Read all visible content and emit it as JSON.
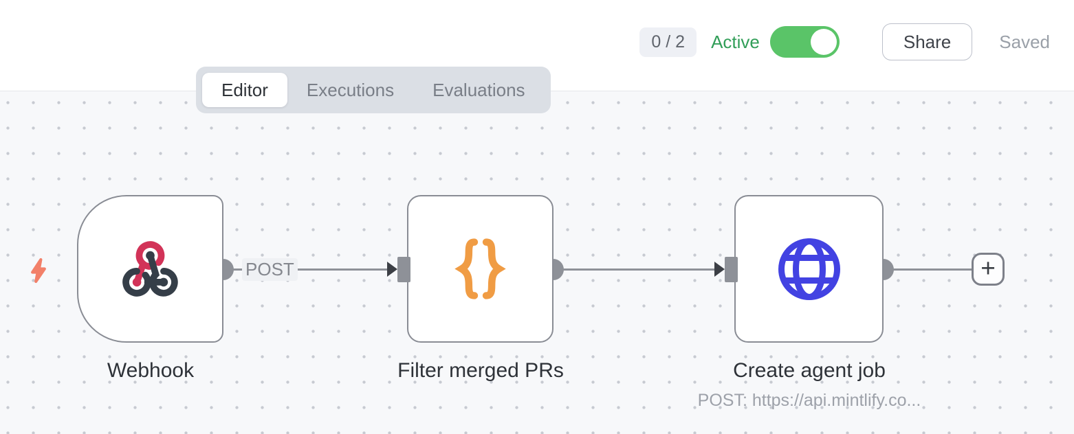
{
  "header": {
    "selection_badge": "0 / 2",
    "active_label": "Active",
    "toggle_on": true,
    "share_label": "Share",
    "saved_label": "Saved"
  },
  "tabs": {
    "editor": "Editor",
    "executions": "Executions",
    "evaluations": "Evaluations",
    "active_tab": "Editor"
  },
  "canvas": {
    "nodes": [
      {
        "title": "Webhook",
        "icon": "webhook-icon",
        "shape": "trigger-rounded-left"
      },
      {
        "title": "Filter merged PRs",
        "icon": "code-braces-icon",
        "shape": "square"
      },
      {
        "title": "Create agent job",
        "subtitle": "POST: https://api.mintlify.co...",
        "icon": "globe-icon",
        "shape": "square"
      }
    ],
    "connections": [
      {
        "from": "Webhook",
        "to": "Filter merged PRs",
        "label": "POST"
      },
      {
        "from": "Filter merged PRs",
        "to": "Create agent job",
        "label": ""
      }
    ],
    "add_button_label": "+"
  },
  "colors": {
    "toggle_on_green": "#5ac468",
    "active_text_green": "#319e58",
    "canvas_background": "#f7f8fa",
    "node_border_gray": "#898c94",
    "connector_gray": "#8e9198",
    "bolt_coral": "#f28069",
    "webhook_pink": "#d23358",
    "webhook_slate": "#353e48",
    "code_orange": "#f09c44",
    "globe_blue": "#4242e2"
  }
}
